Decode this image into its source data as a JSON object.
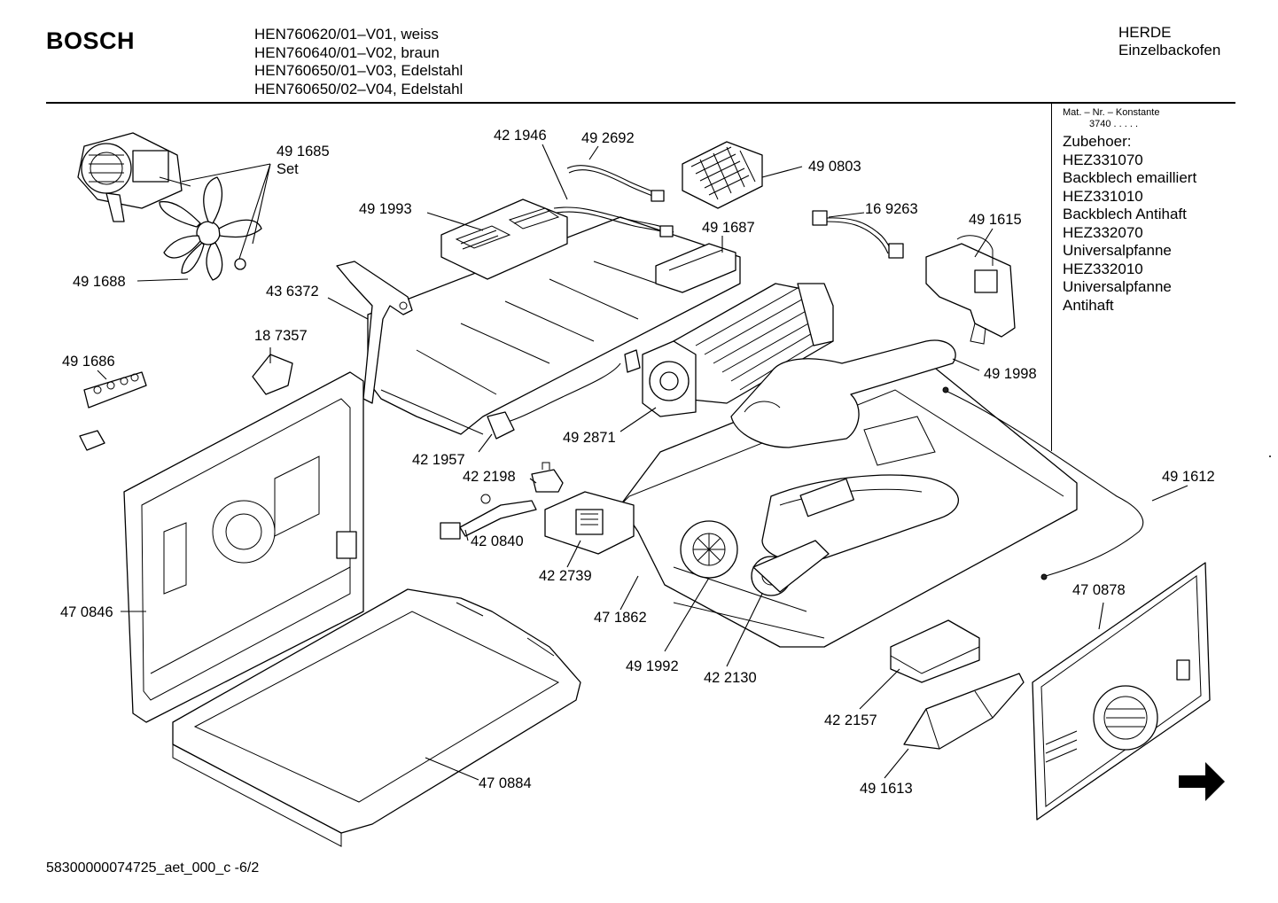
{
  "header": {
    "brand": "BOSCH",
    "models": [
      "HEN760620/01–V01, weiss",
      "HEN760640/01–V02,  braun",
      "HEN760650/01–V03, Edelstahl",
      "HEN760650/02–V04, Edelstahl"
    ],
    "category": "HERDE",
    "subcategory": "Einzelbackofen"
  },
  "accessories": {
    "mat_label": "Mat. – Nr. – Konstante",
    "konstante": "3740  .  .  .  .  .",
    "items": [
      "Zubehoer:",
      "HEZ331070",
      "Backblech emailliert",
      "HEZ331010",
      "Backblech Antihaft",
      "HEZ332070",
      "Universalpfanne",
      "HEZ332010",
      "Universalpfanne",
      "Antihaft"
    ]
  },
  "parts": [
    "49 1685",
    "Set",
    "49 1688",
    "42 1946",
    "49 2692",
    "49 0803",
    "49 1993",
    "16 9263",
    "49 1687",
    "49 1615",
    "43 6372",
    "18 7357",
    "49 1686",
    "49 1998",
    "49 2871",
    "42 1957",
    "42 2198",
    "49 1612",
    "42 0840",
    "42 2739",
    "47 0878",
    "47 0846",
    "47 1862",
    "49 1992",
    "42 2130",
    "42 2157",
    "47 0884",
    "49 1613"
  ],
  "footer": {
    "doc_id": "58300000074725_aet_000_c -6/2"
  }
}
